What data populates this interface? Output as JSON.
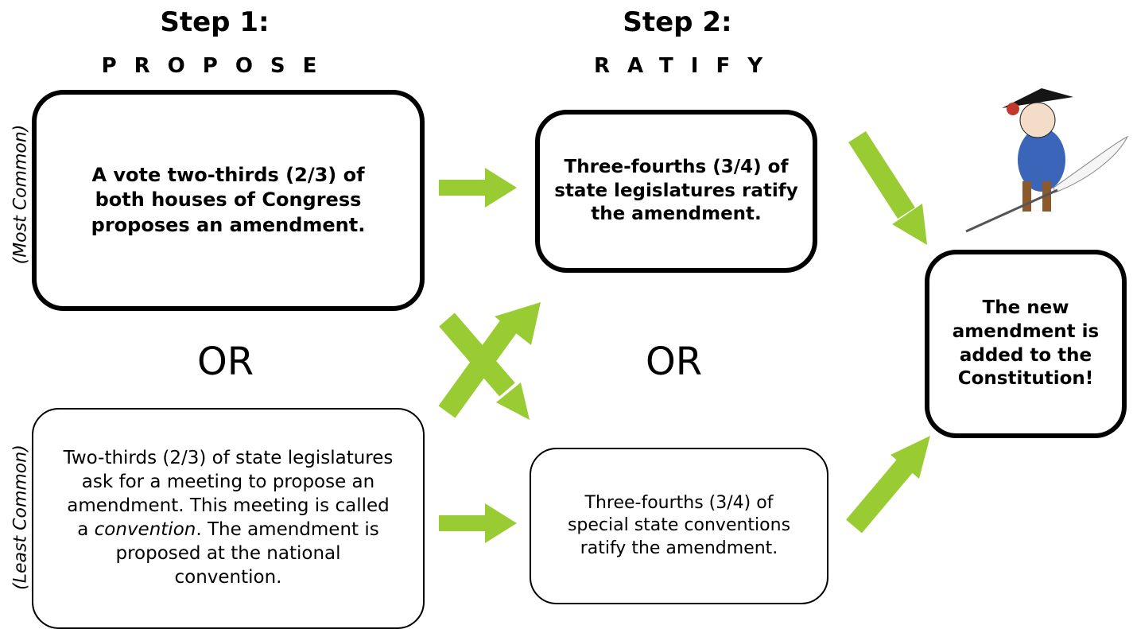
{
  "step1": {
    "title": "Step 1:",
    "subtitle": "PROPOSE"
  },
  "step2": {
    "title": "Step 2:",
    "subtitle": "RATIFY"
  },
  "side_labels": {
    "most": "(Most Common)",
    "least": "(Least Common)"
  },
  "or_labels": [
    "OR",
    "OR"
  ],
  "propose_congress": "A vote two-thirds (2/3) of both houses of Congress proposes an amendment.",
  "propose_convention": {
    "text_before": "Two-thirds (2/3) of state legislatures ask for a meeting to propose an amendment. This meeting is called a ",
    "emphasis": "convention",
    "text_after": ". The amendment is proposed at the national convention."
  },
  "ratify_legislatures": "Three-fourths (3/4) of state legislatures ratify the amendment.",
  "ratify_conventions": "Three-fourths (3/4) of special state conventions ratify the amendment.",
  "result": "The new amendment is added to the Constitution!",
  "colors": {
    "arrow": "#99cc33",
    "border": "#000000"
  },
  "icons": {
    "mascot": "quill-mascot-icon"
  }
}
